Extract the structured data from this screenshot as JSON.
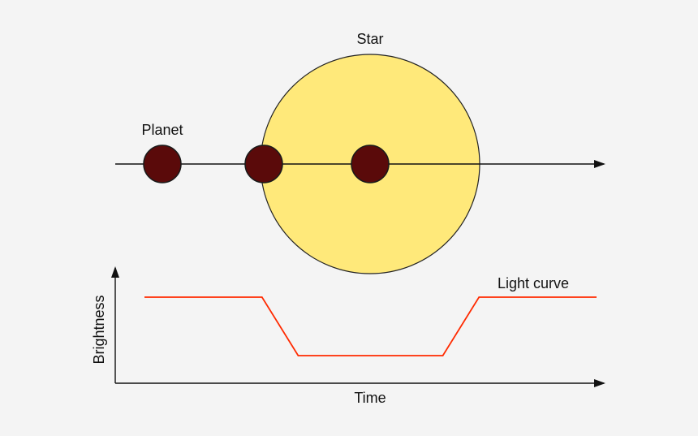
{
  "labels": {
    "star": "Star",
    "planet": "Planet",
    "light_curve": "Light curve",
    "brightness": "Brightness",
    "time": "Time"
  },
  "colors": {
    "background": "#f4f4f4",
    "star_fill": "#ffe97a",
    "star_stroke": "#222222",
    "planet_fill": "#5a0a0a",
    "planet_stroke": "#1a1a1a",
    "curve": "#ff2a00",
    "axis": "#111111"
  },
  "chart_data": {
    "type": "line",
    "xlabel": "Time",
    "ylabel": "Brightness",
    "series": [
      {
        "name": "Light curve",
        "note_points": "qualitative transit light-curve shape (relative units)",
        "x": [
          0,
          0.26,
          0.34,
          0.66,
          0.74,
          1.0
        ],
        "y": [
          1,
          1,
          0,
          0,
          1,
          1
        ]
      }
    ]
  }
}
